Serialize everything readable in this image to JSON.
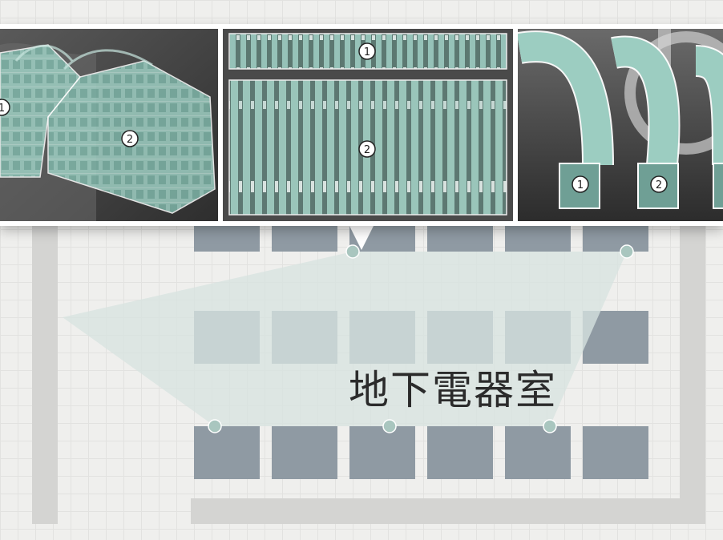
{
  "room": {
    "label": "地下電器室"
  },
  "colors": {
    "background": "#efefed",
    "wall": "#d4d4d2",
    "cabinet": "#8f9aa3",
    "view_cone": "#d7e3e0",
    "camera_dot": "#a9c6bf",
    "cable_highlight": "#8fc4b8"
  },
  "callout_markers": {
    "photo_1": [
      "1",
      "2"
    ],
    "photo_2": [
      "1",
      "2"
    ],
    "photo_3": [
      "1",
      "2"
    ]
  }
}
